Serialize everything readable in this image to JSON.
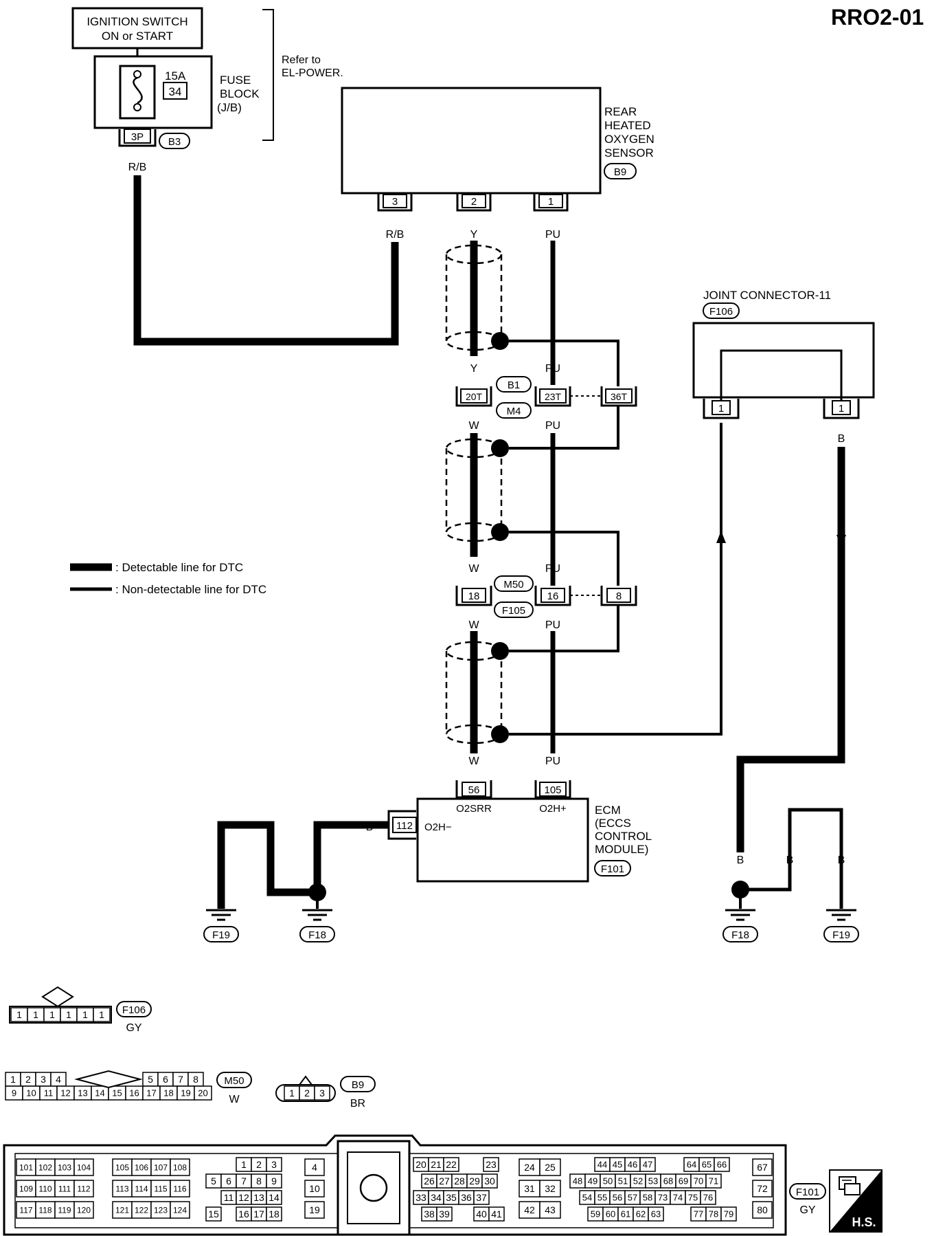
{
  "page_id": "RRO2-01",
  "power": {
    "switch_line1": "IGNITION SWITCH",
    "switch_line2": "ON or START",
    "fuse_amp": "15A",
    "fuse_num": "34",
    "fuse_block_line1": "FUSE",
    "fuse_block_line2": "BLOCK",
    "fuse_block_line3": "(J/B)",
    "fuse_pin": "3P",
    "fuse_conn": "B3",
    "refer_line1": "Refer to",
    "refer_line2": "EL-POWER."
  },
  "sensor": {
    "name_line1": "REAR",
    "name_line2": "HEATED",
    "name_line3": "OXYGEN",
    "name_line4": "SENSOR",
    "conn": "B9",
    "pins": [
      "3",
      "2",
      "1"
    ]
  },
  "wires": {
    "rb": "R/B",
    "y": "Y",
    "pu": "PU",
    "w": "W",
    "b": "B"
  },
  "inline1": {
    "pin_w": "20T",
    "pin_pu": "23T",
    "pin_shield": "36T",
    "conn_top": "B1",
    "conn_bottom": "M4"
  },
  "inline2": {
    "pin_w": "18",
    "pin_pu": "16",
    "pin_shield": "8",
    "conn_top": "M50",
    "conn_bottom": "F105"
  },
  "joint": {
    "title": "JOINT CONNECTOR-11",
    "conn": "F106",
    "pin_left": "1",
    "pin_right": "1"
  },
  "ecm": {
    "name_line1": "ECM",
    "name_line2": "(ECCS",
    "name_line3": "CONTROL",
    "name_line4": "MODULE)",
    "conn": "F101",
    "pin_w": "56",
    "pin_pu": "105",
    "pin_gnd": "112",
    "sig_w": "O2SRR",
    "sig_pu": "O2H+",
    "sig_gnd": "O2H−"
  },
  "grounds": {
    "left_a": "F19",
    "left_b": "F18",
    "right_a": "F18",
    "right_b": "F19"
  },
  "legend": {
    "detectable": ": Detectable line for DTC",
    "non_detectable": ": Non-detectable line for DTC"
  },
  "connectors": {
    "f106": {
      "conn": "F106",
      "color": "GY",
      "pins": [
        "1",
        "1",
        "1",
        "1",
        "1",
        "1"
      ]
    },
    "m50": {
      "conn": "M50",
      "color": "W",
      "row1_left": [
        "1",
        "2",
        "3",
        "4"
      ],
      "row1_right": [
        "5",
        "6",
        "7",
        "8"
      ],
      "row2": [
        "9",
        "10",
        "11",
        "12",
        "13",
        "14",
        "15",
        "16",
        "17",
        "18",
        "19",
        "20"
      ]
    },
    "b9": {
      "conn": "B9",
      "color": "BR",
      "pins": [
        "1",
        "2",
        "3"
      ]
    },
    "f101": {
      "conn": "F101",
      "color": "GY",
      "hs": "H.S.",
      "g1": [
        [
          "101",
          "102",
          "103",
          "104"
        ],
        [
          "109",
          "110",
          "111",
          "112"
        ],
        [
          "117",
          "118",
          "119",
          "120"
        ]
      ],
      "g2": [
        [
          "105",
          "106",
          "107",
          "108"
        ],
        [
          "113",
          "114",
          "115",
          "116"
        ],
        [
          "121",
          "122",
          "123",
          "124"
        ]
      ],
      "g3r1": [
        "1",
        "2",
        "3"
      ],
      "g3r2": [
        "5",
        "6",
        "7",
        "8",
        "9"
      ],
      "g3r3": [
        "11",
        "12",
        "13",
        "14"
      ],
      "g3r4a": "15",
      "g3r4": [
        "16",
        "17",
        "18"
      ],
      "g4": [
        "4",
        "10",
        "19"
      ],
      "g5r1a": [
        "20",
        "21",
        "22"
      ],
      "g5r1b": "23",
      "g5r2": [
        "26",
        "27",
        "28",
        "29",
        "30"
      ],
      "g5r3": [
        "33",
        "34",
        "35",
        "36",
        "37"
      ],
      "g5r4a": [
        "38",
        "39"
      ],
      "g5r4b": [
        "40",
        "41"
      ],
      "g6": [
        [
          "24",
          "25"
        ],
        [
          "31",
          "32"
        ],
        [
          "42",
          "43"
        ]
      ],
      "g7r1a": [
        "44",
        "45",
        "46",
        "47"
      ],
      "g7r1b": [
        "64",
        "65",
        "66"
      ],
      "g7r2": [
        "48",
        "49",
        "50",
        "51",
        "52",
        "53",
        "68",
        "69",
        "70",
        "71"
      ],
      "g7r3": [
        "54",
        "55",
        "56",
        "57",
        "58",
        "73",
        "74",
        "75",
        "76"
      ],
      "g7r4a": [
        "59",
        "60",
        "61",
        "62",
        "63"
      ],
      "g7r4b": [
        "77",
        "78",
        "79"
      ],
      "g8": [
        "67",
        "72",
        "80"
      ]
    }
  }
}
